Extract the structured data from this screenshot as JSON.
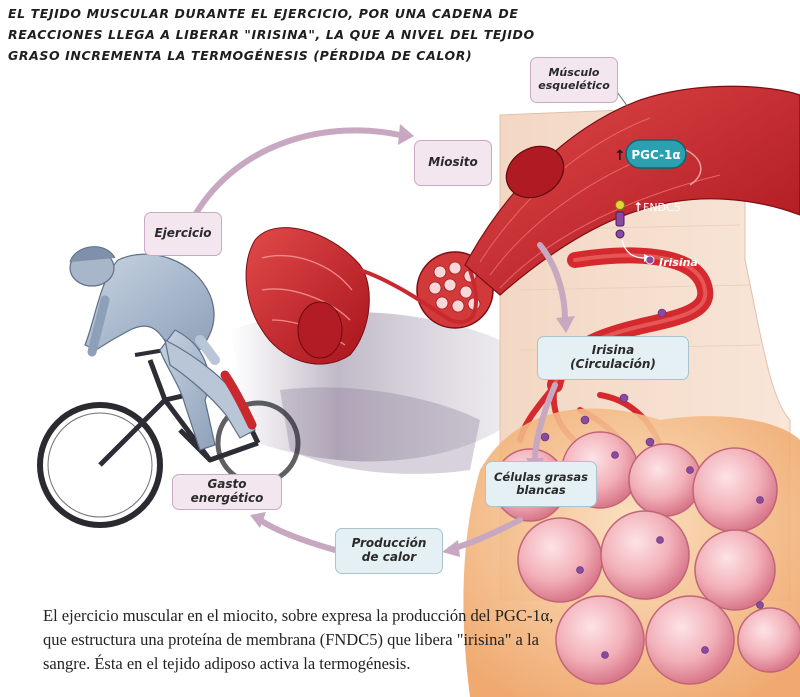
{
  "title": {
    "line1": "EL TEJIDO MUSCULAR DURANTE EL EJERCICIO, POR UNA CADENA DE",
    "line2": "REACCIONES LLEGA A LIBERAR \"IRISINA\", LA QUE A NIVEL DEL TEJIDO",
    "line3": "GRASO INCREMENTA LA TERMOGÉNESIS (PÉRDIDA DE CALOR)"
  },
  "labels": {
    "musculo_esqueletico_line1": "Músculo",
    "musculo_esqueletico_line2": "esquelético",
    "miosito": "Miosito",
    "ejercicio": "Ejercicio",
    "irisina_circulacion_line1": "Irisina",
    "irisina_circulacion_line2": "(Circulación)",
    "celulas_grasas_line1": "Células grasas",
    "celulas_grasas_line2": "blancas",
    "gasto_energetico": "Gasto energético",
    "produccion_calor_line1": "Producción",
    "produccion_calor_line2": "de calor"
  },
  "molecules": {
    "pgc1a": "PGC-1α",
    "fndc5": "FNDC5",
    "irisina": "Irisina",
    "up_arrow": "↑"
  },
  "caption": {
    "line1": "El ejercicio muscular en el miocito, sobre expresa la producción del PGC-1α,",
    "line2": "que estructura una proteína de membrana (FNDC5) que libera \"irisina\" a la",
    "line3": "sangre. Ésta en el tejido adiposo activa la termogénesis."
  },
  "colors": {
    "muscle_red": "#c8282e",
    "fat_cell": "#f2b3bb",
    "fat_orange": "#f0b070",
    "label_pink": "#f3e6ef",
    "label_blue": "#e4f0f3",
    "pgc_teal": "#2aa0b0",
    "irisina_purple": "#8a4aa0"
  }
}
